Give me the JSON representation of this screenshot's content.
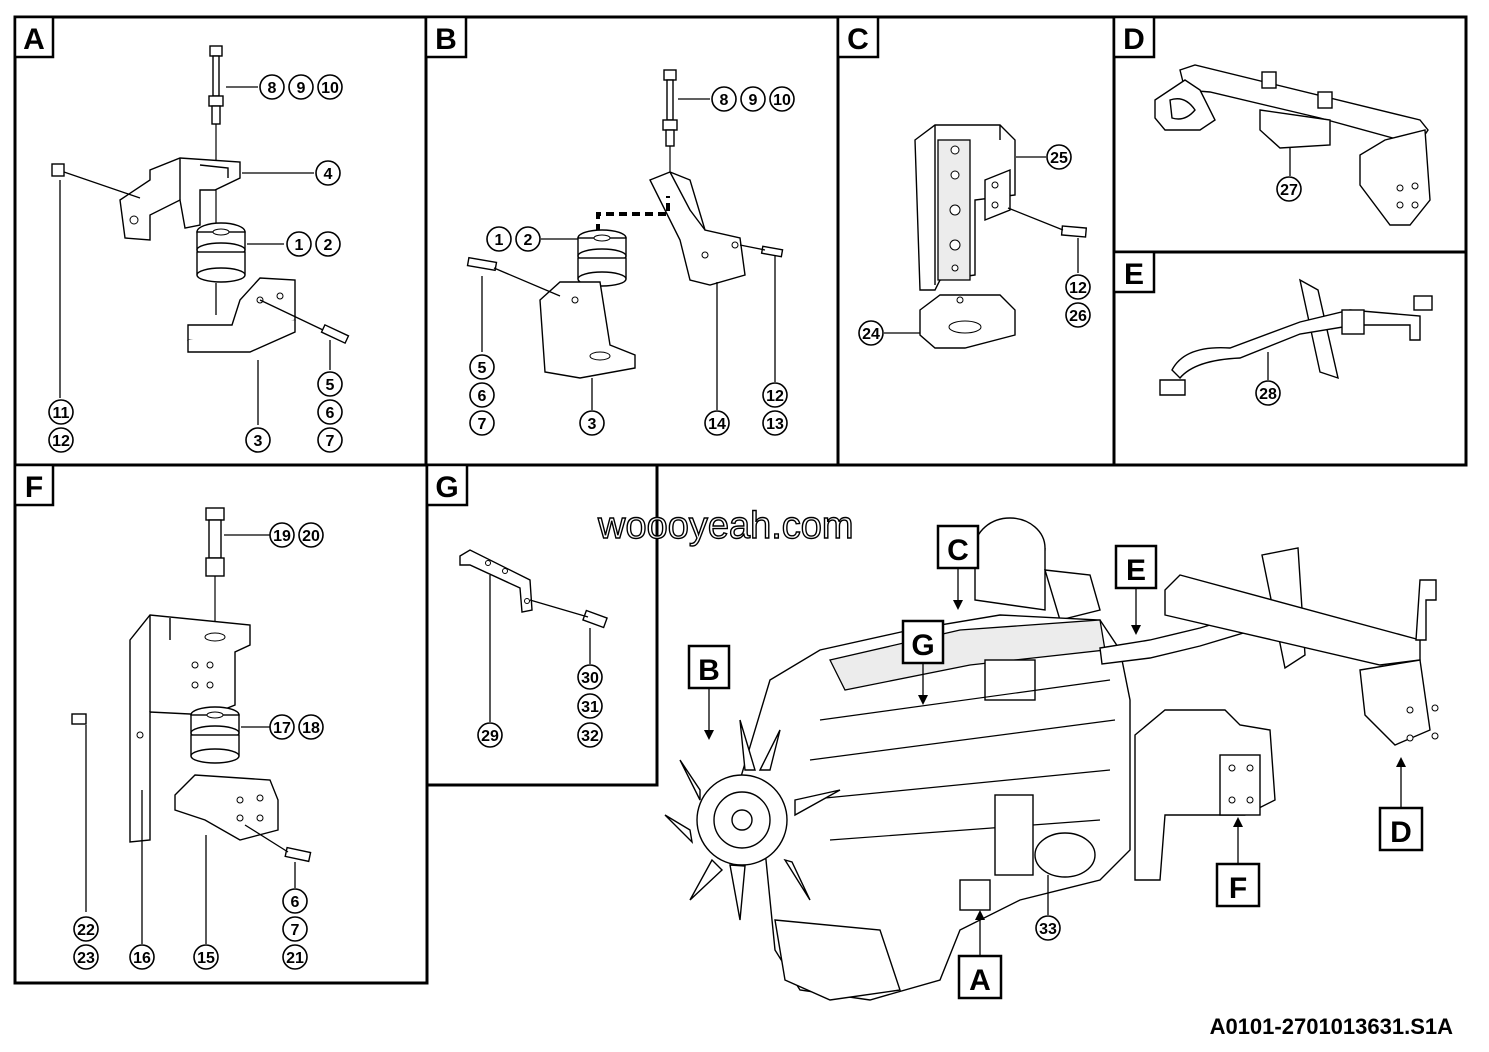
{
  "drawing": {
    "reference": "A0101-2701013631.S1A",
    "watermark": "woooyeah.com"
  },
  "panels": [
    {
      "id": "A",
      "label": "A",
      "callouts": [
        "8",
        "9",
        "10",
        "4",
        "1",
        "2",
        "5",
        "6",
        "7",
        "3",
        "11",
        "12"
      ]
    },
    {
      "id": "B",
      "label": "B",
      "callouts": [
        "8",
        "9",
        "10",
        "1",
        "2",
        "5",
        "6",
        "7",
        "3",
        "14",
        "12",
        "13"
      ]
    },
    {
      "id": "C",
      "label": "C",
      "callouts": [
        "25",
        "12",
        "26",
        "24"
      ]
    },
    {
      "id": "D",
      "label": "D",
      "callouts": [
        "27"
      ]
    },
    {
      "id": "E",
      "label": "E",
      "callouts": [
        "28"
      ]
    },
    {
      "id": "F",
      "label": "F",
      "callouts": [
        "19",
        "20",
        "17",
        "18",
        "6",
        "7",
        "21",
        "22",
        "23",
        "16",
        "15"
      ]
    },
    {
      "id": "G",
      "label": "G",
      "callouts": [
        "30",
        "31",
        "32",
        "29"
      ]
    }
  ],
  "overview": {
    "labels": [
      "A",
      "B",
      "C",
      "D",
      "E",
      "F",
      "G"
    ],
    "callouts": [
      "33"
    ]
  }
}
